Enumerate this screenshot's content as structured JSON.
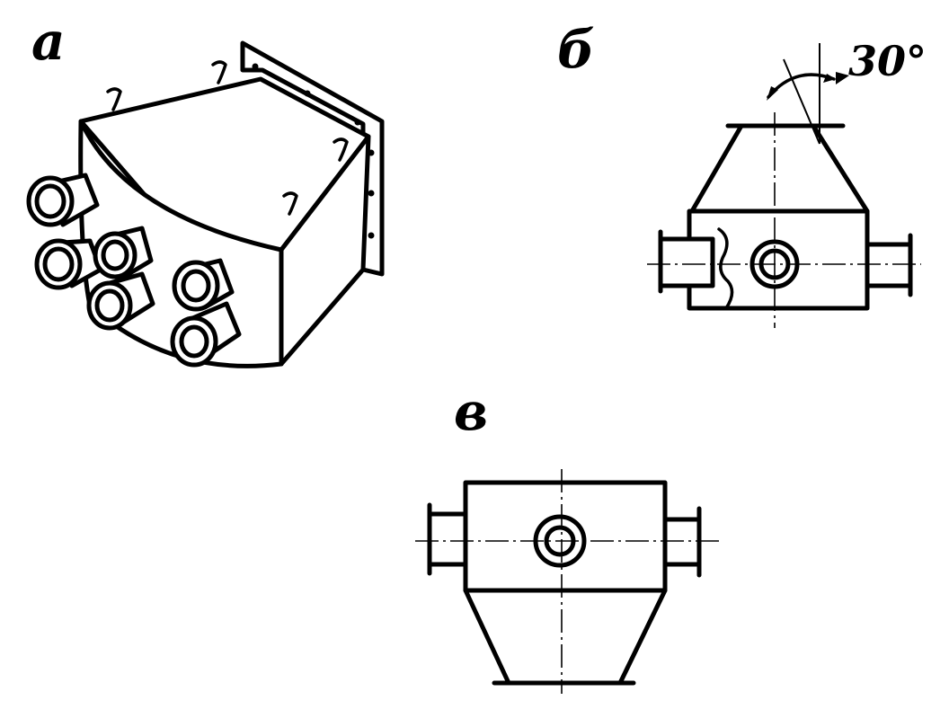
{
  "labels": {
    "view_a": "а",
    "view_b": "б",
    "view_v": "в",
    "angle": "30°"
  }
}
